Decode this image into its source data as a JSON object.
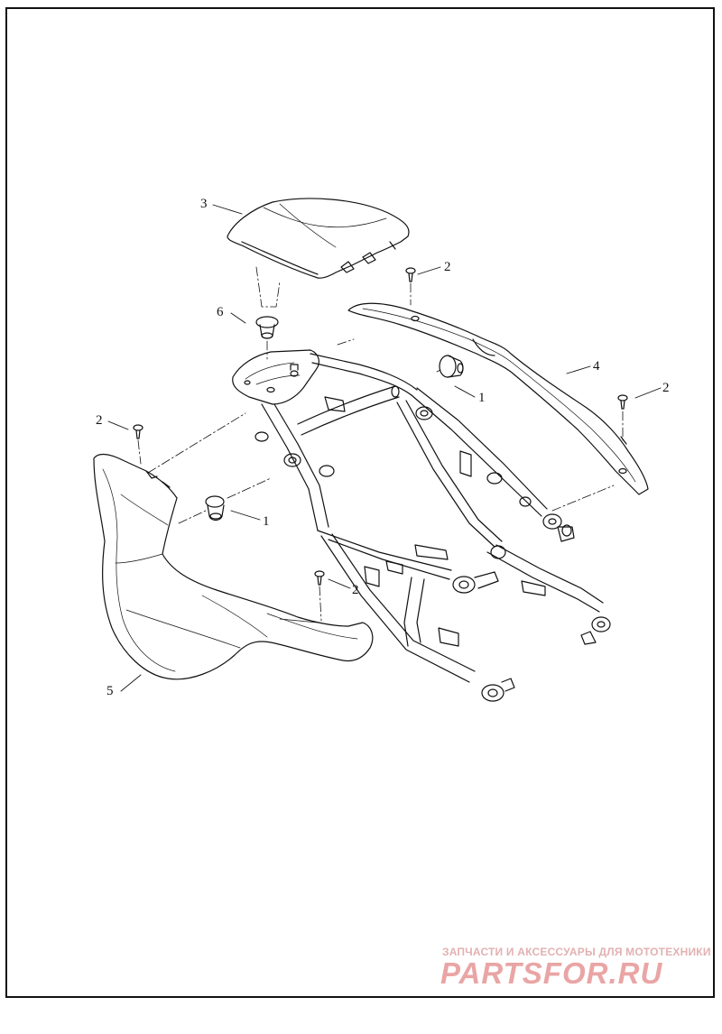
{
  "callouts": {
    "c1a": "1",
    "c1b": "1",
    "c2a": "2",
    "c2b": "2",
    "c2c": "2",
    "c2d": "2",
    "c3": "3",
    "c4": "4",
    "c5": "5",
    "c6": "6"
  },
  "watermark": {
    "tagline": "ЗАПЧАСТИ И АКСЕССУАРЫ ДЛЯ МОТОТЕХНИКИ",
    "logo": "PARTSFOR.RU"
  },
  "colors": {
    "line": "#111111",
    "watermark": "#e9a5a5"
  }
}
